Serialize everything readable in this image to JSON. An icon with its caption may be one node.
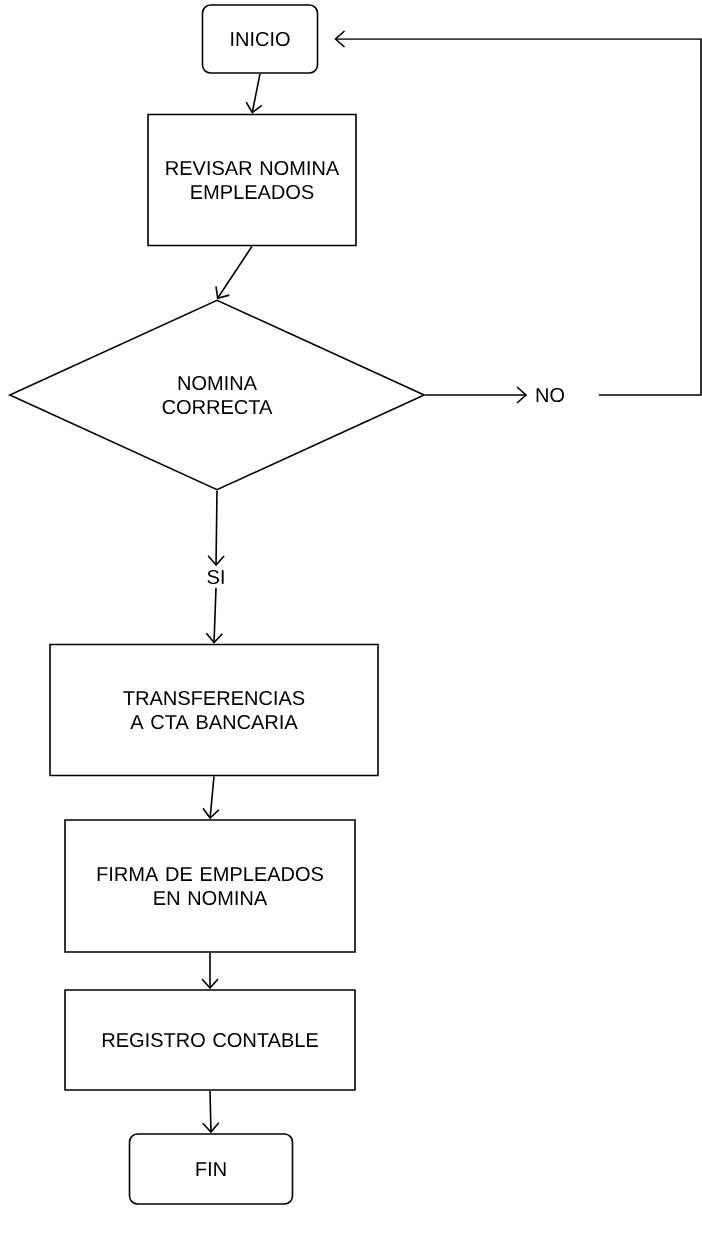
{
  "diagram": {
    "nodes": [
      {
        "text": [
          "INICIO"
        ]
      },
      {
        "text": [
          "REVISAR NOMINA EMPLEADOS"
        ]
      },
      {
        "text": [
          "NOMINA CORRECTA"
        ]
      },
      {
        "text": [
          "NO"
        ]
      },
      {
        "text": [
          "SI"
        ]
      },
      {
        "text": [
          "TRANSFERENCIAS A CTA BANCARIA"
        ]
      },
      {
        "text": [
          "FIRMA DE EMPLEADOS EN NOMINA"
        ]
      },
      {
        "text": [
          "REGISTRO CONTABLE"
        ]
      },
      {
        "text": [
          "FIN"
        ]
      }
    ],
    "edges": [
      {
        "from": 0,
        "to": 1,
        "arrow": "to"
      },
      {
        "from": 1,
        "to": 2,
        "arrow": "to"
      },
      {
        "from": 2,
        "to": 3,
        "arrow": "to"
      },
      {
        "from": 3,
        "to": 0,
        "arrow": "to"
      },
      {
        "from": 2,
        "to": 4,
        "arrow": "to"
      },
      {
        "from": 4,
        "to": 5,
        "arrow": "to"
      },
      {
        "from": 5,
        "to": 6,
        "arrow": "to"
      },
      {
        "from": 6,
        "to": 7,
        "arrow": "to"
      },
      {
        "from": 7,
        "to": 8,
        "arrow": "to"
      }
    ]
  }
}
